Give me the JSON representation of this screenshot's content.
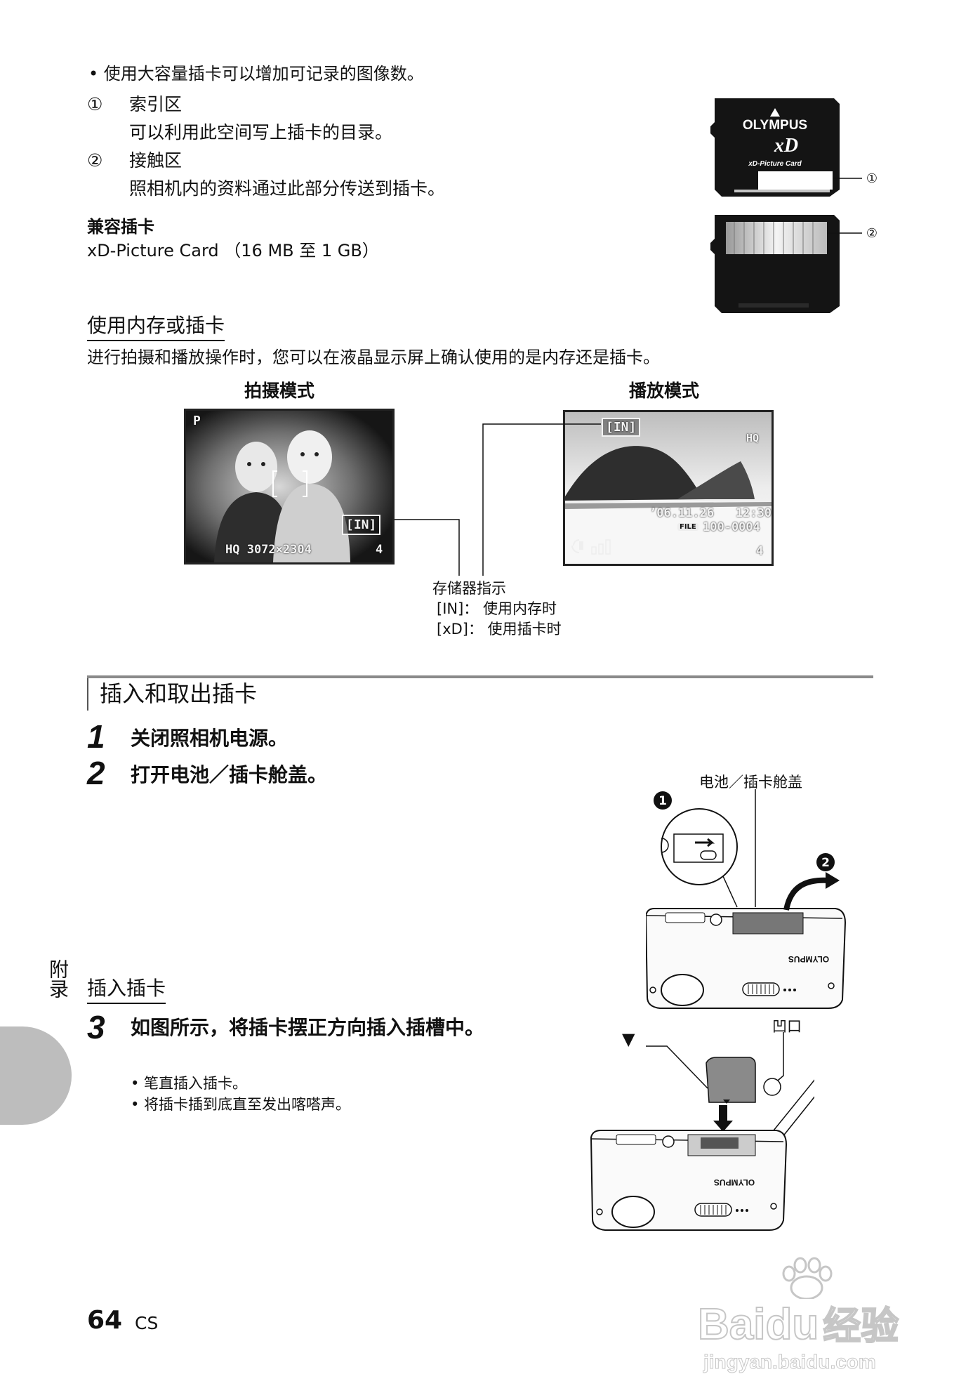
{
  "intro": {
    "bullet_text": "• 使用大容量插卡可以增加可记录的图像数。",
    "items": [
      {
        "marker": "①",
        "title": "索引区",
        "desc": "可以利用此空间写上插卡的目录。"
      },
      {
        "marker": "②",
        "title": "接触区",
        "desc": "照相机内的资料通过此部分传送到插卡。"
      }
    ],
    "compat_heading": "兼容插卡",
    "compat_text": "xD-Picture Card （16 MB 至 1 GB）"
  },
  "card_figure": {
    "brand": "OLYMPUS",
    "logo": "xD",
    "subtitle": "xD-Picture Card",
    "callout_1": "①",
    "callout_2": "②"
  },
  "memory_section": {
    "heading": "使用内存或插卡",
    "body": "进行拍摄和播放操作时，您可以在液晶显示屏上确认使用的是内存还是插卡。",
    "shooting_label": "拍摄模式",
    "playback_label": "播放模式",
    "shooting_screen": {
      "mode": "P",
      "memory": "[IN]",
      "info": "HQ  3072×2304",
      "count": "4"
    },
    "playback_screen": {
      "memory": "[IN]",
      "quality": "HQ",
      "datetime": "’06.11.26   12:30",
      "file_badge": "FILE",
      "file": "100-0004",
      "count": "4"
    },
    "indicator_title": "存储器指示",
    "indicator_in": "[IN]：  使用内存时",
    "indicator_xd": "[xD]：  使用插卡时"
  },
  "insert_section": {
    "heading": "插入和取出插卡",
    "steps": [
      {
        "num": "1",
        "text": "关闭照相机电源。"
      },
      {
        "num": "2",
        "text": "打开电池／插卡舱盖。"
      }
    ],
    "sub_heading": "插入插卡",
    "step3": {
      "num": "3",
      "text": "如图所示，将插卡摆正方向插入插槽中。"
    },
    "step3_bullets": [
      "• 笔直插入插卡。",
      "• 将插卡插到底直至发出喀嗒声。"
    ],
    "cover_label": "电池／插卡舱盖",
    "notch_label": "凹口",
    "marker_1": "1",
    "marker_2": "2",
    "arrow_glyph": "▼",
    "camera_brand": "OLYMPUS"
  },
  "sidebar": {
    "label": "附录"
  },
  "footer": {
    "page_number": "64",
    "lang": "CS"
  },
  "watermark": {
    "line1": "Bai",
    "line2": "du",
    "line3": "经验",
    "url": "jingyan.baidu.com"
  }
}
